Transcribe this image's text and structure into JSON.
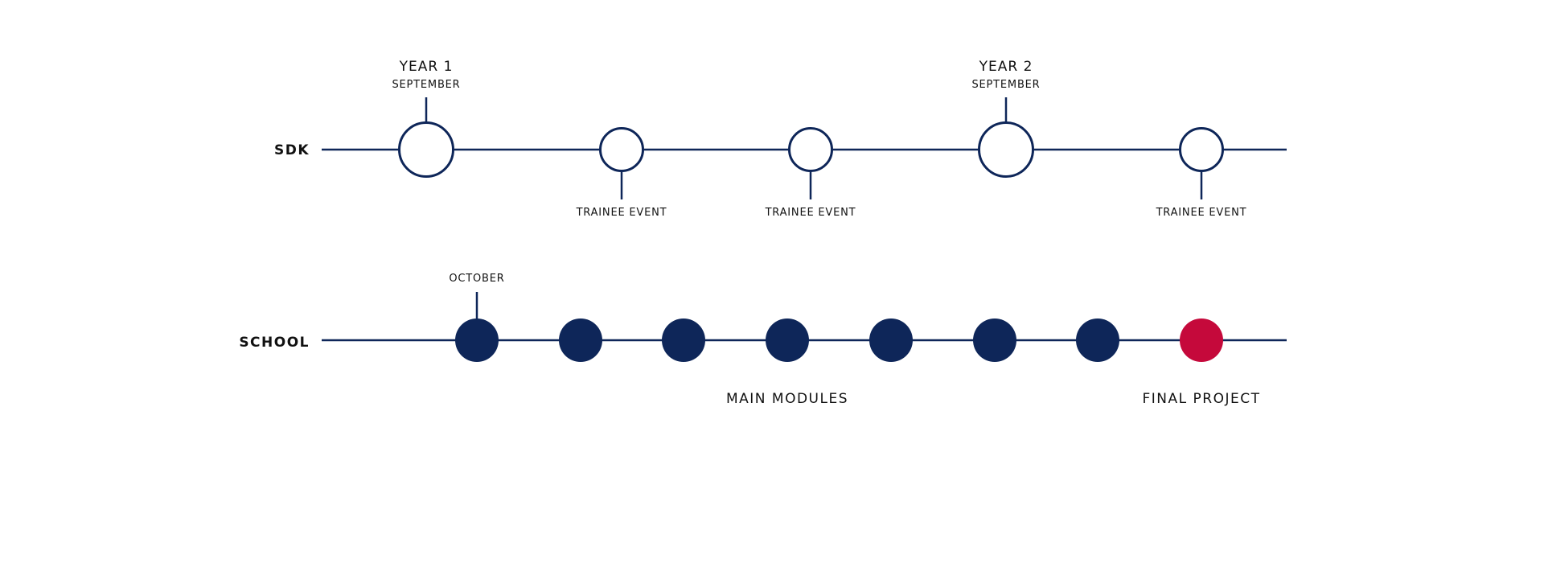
{
  "colors": {
    "navy": "#0e2659",
    "accent_red": "#c5093b",
    "background": "#ffffff",
    "text": "#111111"
  },
  "rows": {
    "sdk": {
      "label": "SDK",
      "year1": {
        "title": "YEAR 1",
        "month": "SEPTEMBER"
      },
      "year2": {
        "title": "YEAR 2",
        "month": "SEPTEMBER"
      },
      "events": [
        "TRAINEE EVENT",
        "TRAINEE EVENT",
        "TRAINEE EVENT"
      ]
    },
    "school": {
      "label": "SCHOOL",
      "start_month": "OCTOBER",
      "modules_label": "MAIN MODULES",
      "final_label": "FINAL PROJECT"
    }
  }
}
